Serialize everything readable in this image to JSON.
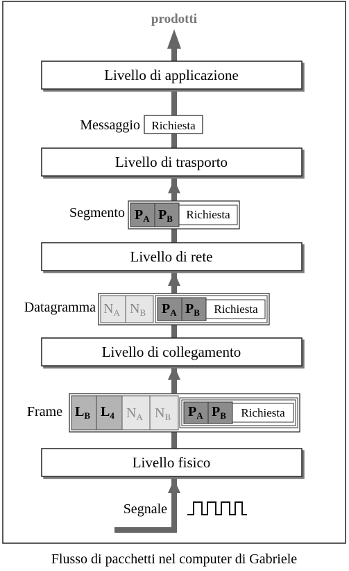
{
  "top_label": "prodotti",
  "layers": {
    "application": "Livello di applicazione",
    "transport": "Livello di trasporto",
    "network": "Livello di rete",
    "link": "Livello di collegamento",
    "physical": "Livello fisico"
  },
  "units": {
    "message": "Messaggio",
    "segment": "Segmento",
    "datagram": "Datagramma",
    "frame": "Frame",
    "signal": "Segnale"
  },
  "payload": "Richiesta",
  "headers": {
    "transport_a": {
      "main": "P",
      "sub": "A"
    },
    "transport_b": {
      "main": "P",
      "sub": "B"
    },
    "network_a": {
      "main": "N",
      "sub": "A"
    },
    "network_b": {
      "main": "N",
      "sub": "B"
    },
    "link_b": {
      "main": "L",
      "sub": "B"
    },
    "link_4": {
      "main": "L",
      "sub": "4"
    }
  },
  "caption": "Flusso di pacchetti nel computer di Gabriele",
  "colors": {
    "arrow": "#666666",
    "dark_header": "#8c8c8c",
    "mid_header": "#b4b4b4",
    "light_header": "#e6e6e6",
    "light_header_text": "#8a8a8a"
  }
}
